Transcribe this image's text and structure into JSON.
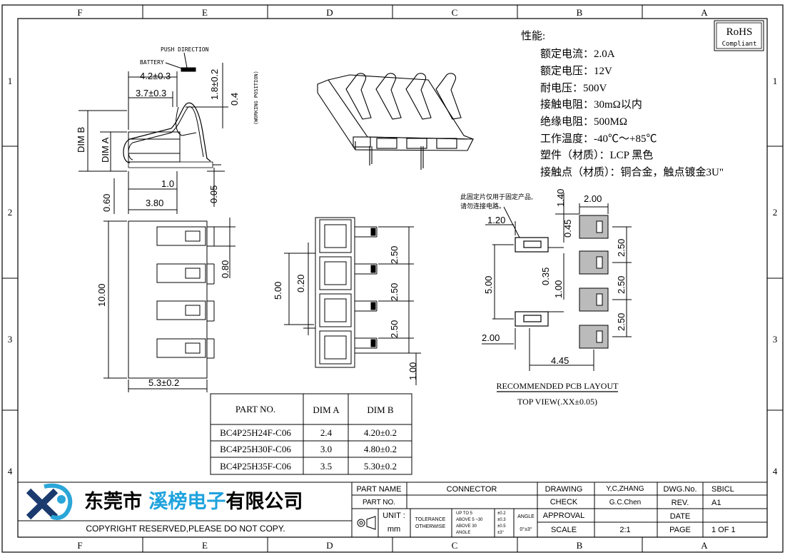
{
  "frame": {
    "cols_top": [
      "F",
      "E",
      "D",
      "C",
      "B",
      "A"
    ],
    "cols_bottom": [
      "F",
      "E",
      "D",
      "C",
      "B",
      "A"
    ],
    "rows_left": [
      "1",
      "2",
      "3",
      "4"
    ],
    "rows_right": [
      "1",
      "2",
      "3",
      "4"
    ]
  },
  "rohs": {
    "title": "RoHS",
    "sub": "Compliant"
  },
  "specs": {
    "heading": "性能:",
    "lines": [
      "额定电流：2.0A",
      "额定电压：12V",
      "耐电压：500V",
      "接触电阻：30mΩ以内",
      "绝缘电阻：500MΩ",
      "工作温度：-40℃～+85℃",
      "塑件（材质）：LCP 黑色",
      "接触点（材质）：铜合金，触点镀金3U\""
    ]
  },
  "side_view": {
    "push_direction": "PUSH DIRECTION",
    "battery": "BATTERY",
    "working_position": "(WORKING POSITION)",
    "dims": [
      "4.2±0.3",
      "3.7±0.3",
      "1.8±0.2",
      "0.4",
      "DIM B",
      "DIM A",
      "1.0",
      "0.05",
      "0.60",
      "3.80"
    ]
  },
  "bottom_view": {
    "dims": [
      "10.00",
      "5.3±0.2",
      "0.80"
    ]
  },
  "front_view": {
    "dims": [
      "5.00",
      "0.20",
      "2.50",
      "2.50",
      "2.50",
      "1.00"
    ]
  },
  "pcb": {
    "note1": "此固定片仅用于固定产品,",
    "note2": "请勿连接电路。",
    "dims": [
      "1.40",
      "2.00",
      "1.20",
      "0.45",
      "5.00",
      "0.35",
      "1.00",
      "2.50",
      "2.50",
      "2.50",
      "2.00",
      "4.45"
    ],
    "title": "RECOMMENDED PCB LAYOUT",
    "subtitle": "TOP VIEW(.XX±0.05)"
  },
  "part_table": {
    "headers": [
      "PART NO.",
      "DIM A",
      "DIM B"
    ],
    "rows": [
      [
        "BC4P25H24F-C06",
        "2.4",
        "4.20±0.2"
      ],
      [
        "BC4P25H30F-C06",
        "3.0",
        "4.80±0.2"
      ],
      [
        "BC4P25H35F-C06",
        "3.5",
        "5.30±0.2"
      ]
    ]
  },
  "title_block": {
    "company": "东莞市溪榜电子有限公司",
    "company_highlight": "溪榜电子",
    "copyright": "COPYRIGHT RESERVED,PLEASE DO NOT COPY.",
    "part_name_label": "PART NAME",
    "part_name": "CONNECTOR",
    "part_no_label": "PART NO.",
    "unit_label": "UNIT :",
    "unit_value": "mm",
    "tolerance1": "TOLERANCE",
    "tolerance2": "OTHERWISE",
    "tol_ranges": [
      "UP TO 5",
      "ABOVE 5 ~30",
      "ABOVE 30",
      "ANGLE"
    ],
    "tol_values": [
      "±0.2",
      "±0.3",
      "±0.5",
      "±3°"
    ],
    "angle_label": "ANGLE",
    "angle_value": "0°±3°",
    "drawing_label": "DRAWING",
    "drawing": "Y,C,ZHANG",
    "check_label": "CHECK",
    "check": "G.C.Chen",
    "approval_label": "APPROVAL",
    "scale_label": "SCALE",
    "scale": "2:1",
    "dwg_no_label": "DWG.No.",
    "dwg_no": "SBICL",
    "rev_label": "REV.",
    "rev": "A1",
    "date_label": "DATE",
    "page_label": "PAGE",
    "page": "1 OF 1"
  }
}
